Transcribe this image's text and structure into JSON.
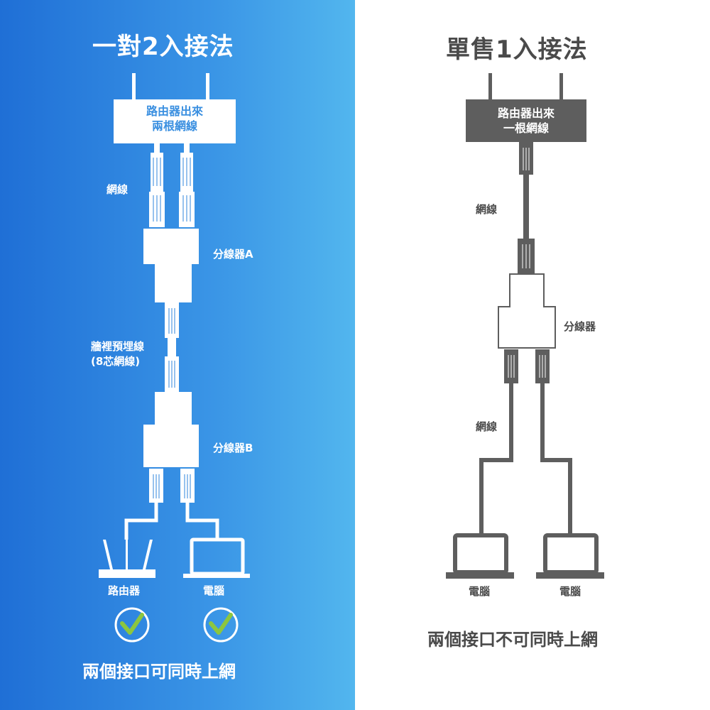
{
  "left": {
    "title": "一對2入接法",
    "router_box_line1": "路由器出來",
    "router_box_line2": "兩根網線",
    "cable_label": "網線",
    "splitter_a": "分線器A",
    "wall_line1": "牆裡預埋線",
    "wall_line2": "(8芯網線)",
    "splitter_b": "分線器B",
    "device1": "路由器",
    "device2": "電腦",
    "footer": "兩個接口可同時上網"
  },
  "right": {
    "title": "單售1入接法",
    "router_box_line1": "路由器出來",
    "router_box_line2": "一根網線",
    "cable_label_top": "網線",
    "splitter": "分線器",
    "cable_label_bottom": "網線",
    "device1": "電腦",
    "device2": "電腦",
    "footer": "兩個接口不可同時上網"
  },
  "colors": {
    "left_bg_start": "#1f6fd6",
    "left_bg_end": "#52b6ee",
    "left_box_text": "#3a8fe0",
    "right_gray": "#5e5e5e",
    "check_green": "#8cc63f"
  },
  "icons": [
    "router-icon",
    "laptop-icon",
    "checkmark-icon"
  ]
}
